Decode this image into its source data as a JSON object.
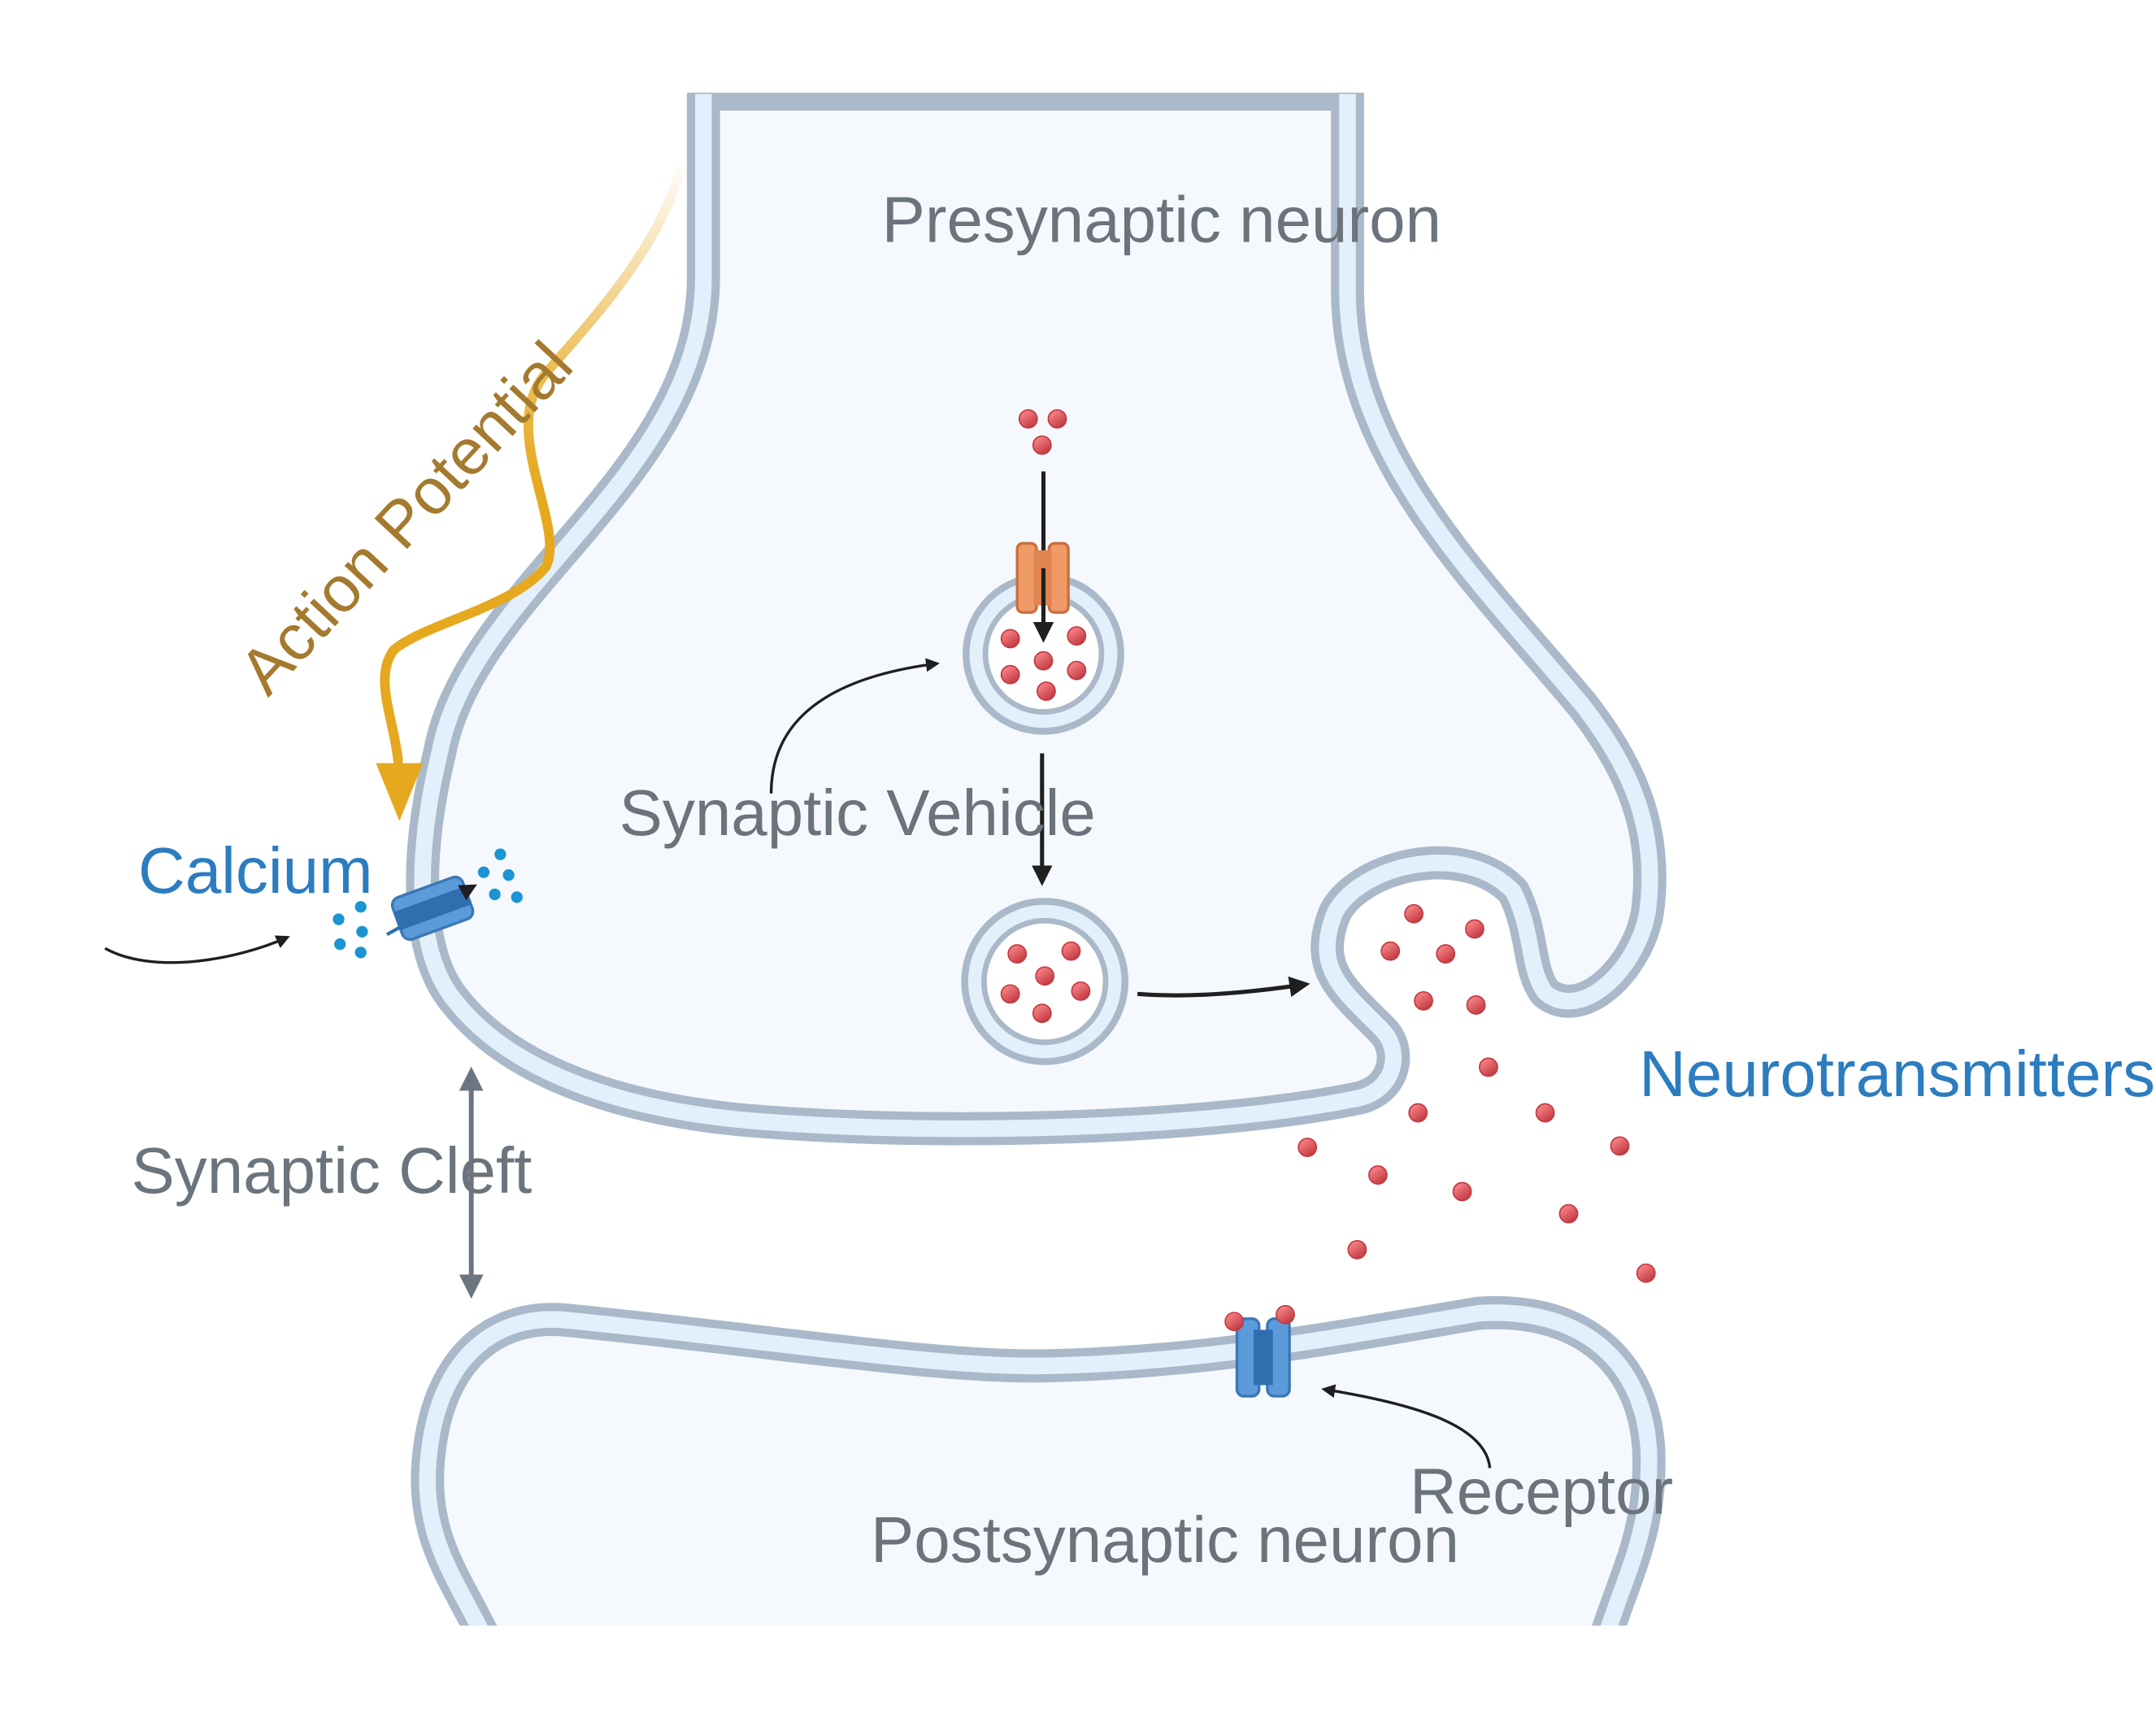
{
  "labels": {
    "presynaptic": "Presynaptic neuron",
    "postsynaptic": "Postsynaptic neuron",
    "synaptic_vehicle": "Synaptic Vehicle",
    "calcium": "Calcium",
    "synaptic_cleft": "Synaptic Cleft",
    "neurotransmitters": "Neurotransmitters",
    "receptor": "Receptor",
    "action_potential": "Action Potential"
  },
  "colors": {
    "membrane_outer": "#aab9c9",
    "membrane_inner": "#e3effb",
    "cytoplasm": "#f5f9fd",
    "neurotransmitter": "#d9454c",
    "calcium_ion": "#1a94d2",
    "action_potential": "#e5a81e",
    "transporter": "#ef9a67",
    "channel": "#5b9bd9",
    "arrow": "#1f1f1f",
    "cleft_arrow": "#6c7680"
  },
  "icons": {
    "calcium_channel": "ion-channel-icon",
    "vesicle_transporter": "transporter-icon",
    "receptor": "receptor-icon"
  }
}
